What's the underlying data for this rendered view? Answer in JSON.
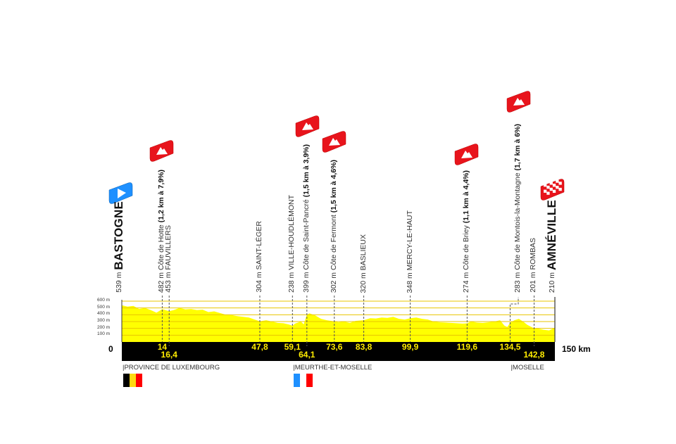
{
  "chart_data": {
    "type": "area",
    "title": "",
    "xlabel": "km",
    "ylabel": "m",
    "xlim": [
      0,
      150
    ],
    "ylim": [
      0,
      600
    ],
    "y_ticks": [
      "100 m",
      "200 m",
      "300 m",
      "400 m",
      "500 m",
      "600 m"
    ],
    "y_tick_values": [
      100,
      200,
      300,
      400,
      500,
      600
    ],
    "start_label": "0",
    "end_label": "150 km",
    "fill_color": "#ffff00",
    "band_color": "#000000",
    "km_label_color": "#ffec00",
    "profile": {
      "km": [
        0,
        2,
        4,
        6,
        8,
        10,
        12,
        14,
        16.4,
        18,
        20,
        22,
        24,
        26,
        28,
        30,
        32,
        34,
        36,
        38,
        40,
        42,
        44,
        46,
        47.8,
        50,
        52,
        54,
        56,
        58,
        59.1,
        60,
        62,
        63,
        64.1,
        65,
        67,
        69,
        71,
        73.6,
        75,
        77,
        79,
        81,
        83.8,
        86,
        88,
        90,
        92,
        94,
        96,
        98,
        99.9,
        102,
        104,
        106,
        108,
        110,
        112,
        114,
        116,
        118,
        119.6,
        121,
        123,
        125,
        127,
        129,
        131,
        132.5,
        133.5,
        134.5,
        136,
        137.5,
        139,
        140.5,
        142.8,
        144,
        146,
        148,
        150
      ],
      "elevation": [
        539,
        520,
        530,
        485,
        500,
        470,
        430,
        482,
        453,
        470,
        500,
        480,
        485,
        470,
        475,
        440,
        450,
        425,
        400,
        395,
        380,
        370,
        360,
        330,
        304,
        320,
        300,
        280,
        275,
        255,
        238,
        270,
        300,
        260,
        399,
        420,
        390,
        340,
        320,
        302,
        290,
        300,
        280,
        310,
        320,
        350,
        345,
        360,
        355,
        370,
        340,
        330,
        348,
        360,
        340,
        330,
        300,
        290,
        285,
        280,
        275,
        270,
        274,
        300,
        285,
        280,
        290,
        300,
        320,
        240,
        220,
        283,
        320,
        340,
        300,
        250,
        201,
        200,
        180,
        170,
        210
      ]
    },
    "markers": [
      {
        "km": 0,
        "alt": "539 m",
        "name": "BASTOGNE",
        "detail": "",
        "type": "start",
        "km_label": ""
      },
      {
        "km": 14,
        "alt": "482 m",
        "name": "Côte de Hotte",
        "detail": "(1,2 km à 7,9%)",
        "type": "climb",
        "km_label": "14"
      },
      {
        "km": 16.4,
        "alt": "453 m",
        "name": "FAUVILLERS",
        "detail": "",
        "type": "point",
        "km_label": "16,4"
      },
      {
        "km": 47.8,
        "alt": "304 m",
        "name": "SAINT-LÉGER",
        "detail": "",
        "type": "point",
        "km_label": "47,8"
      },
      {
        "km": 59.1,
        "alt": "238 m",
        "name": "VILLE-HOUDLÉMONT",
        "detail": "",
        "type": "point",
        "km_label": "59,1"
      },
      {
        "km": 64.1,
        "alt": "399 m",
        "name": "Côte de Saint-Pancré",
        "detail": "(1,5 km à 3,9%)",
        "type": "climb",
        "km_label": "64,1"
      },
      {
        "km": 73.6,
        "alt": "302 m",
        "name": "Côte de Fermont",
        "detail": "(1,5 km à 4,6%)",
        "type": "climb",
        "km_label": "73,6"
      },
      {
        "km": 83.8,
        "alt": "320 m",
        "name": "BASLIEUX",
        "detail": "",
        "type": "point",
        "km_label": "83,8"
      },
      {
        "km": 99.9,
        "alt": "348 m",
        "name": "MERCY-LE-HAUT",
        "detail": "",
        "type": "point",
        "km_label": "99,9"
      },
      {
        "km": 119.6,
        "alt": "274 m",
        "name": "Côte de Briey",
        "detail": "(1,1 km à 4,4%)",
        "type": "climb",
        "km_label": "119,6"
      },
      {
        "km": 134.5,
        "alt": "283 m",
        "name": "Côte de Montois-la-Montagne",
        "detail": "(1,7 km à 6%)",
        "type": "climb",
        "km_label": "134,5"
      },
      {
        "km": 142.8,
        "alt": "201 m",
        "name": "ROMBAS",
        "detail": "",
        "type": "point",
        "km_label": "142,8"
      },
      {
        "km": 150,
        "alt": "210 m",
        "name": "AMNÉVILLE",
        "detail": "",
        "type": "finish",
        "km_label": ""
      }
    ],
    "regions": [
      {
        "label": "|PROVINCE DE LUXEMBOURG",
        "km": 0,
        "flag": [
          "#000000",
          "#ffd90f",
          "#ff0000"
        ]
      },
      {
        "label": "|MEURTHE-ET-MOSELLE",
        "km": 59.1,
        "flag": [
          "#1e90ff",
          "#ffffff",
          "#ff0000"
        ]
      },
      {
        "label": "|MOSELLE",
        "km": 134.5,
        "flag": []
      }
    ]
  }
}
